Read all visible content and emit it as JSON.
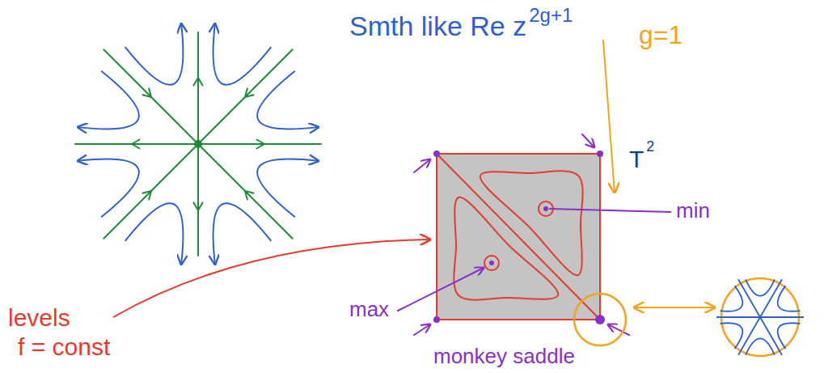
{
  "diagram": {
    "labels": [
      "Smth like Re z",
      "2g+1",
      "g=1",
      "T",
      "2",
      "min",
      "levels",
      "f = const",
      "max",
      "monkey saddle"
    ]
  }
}
